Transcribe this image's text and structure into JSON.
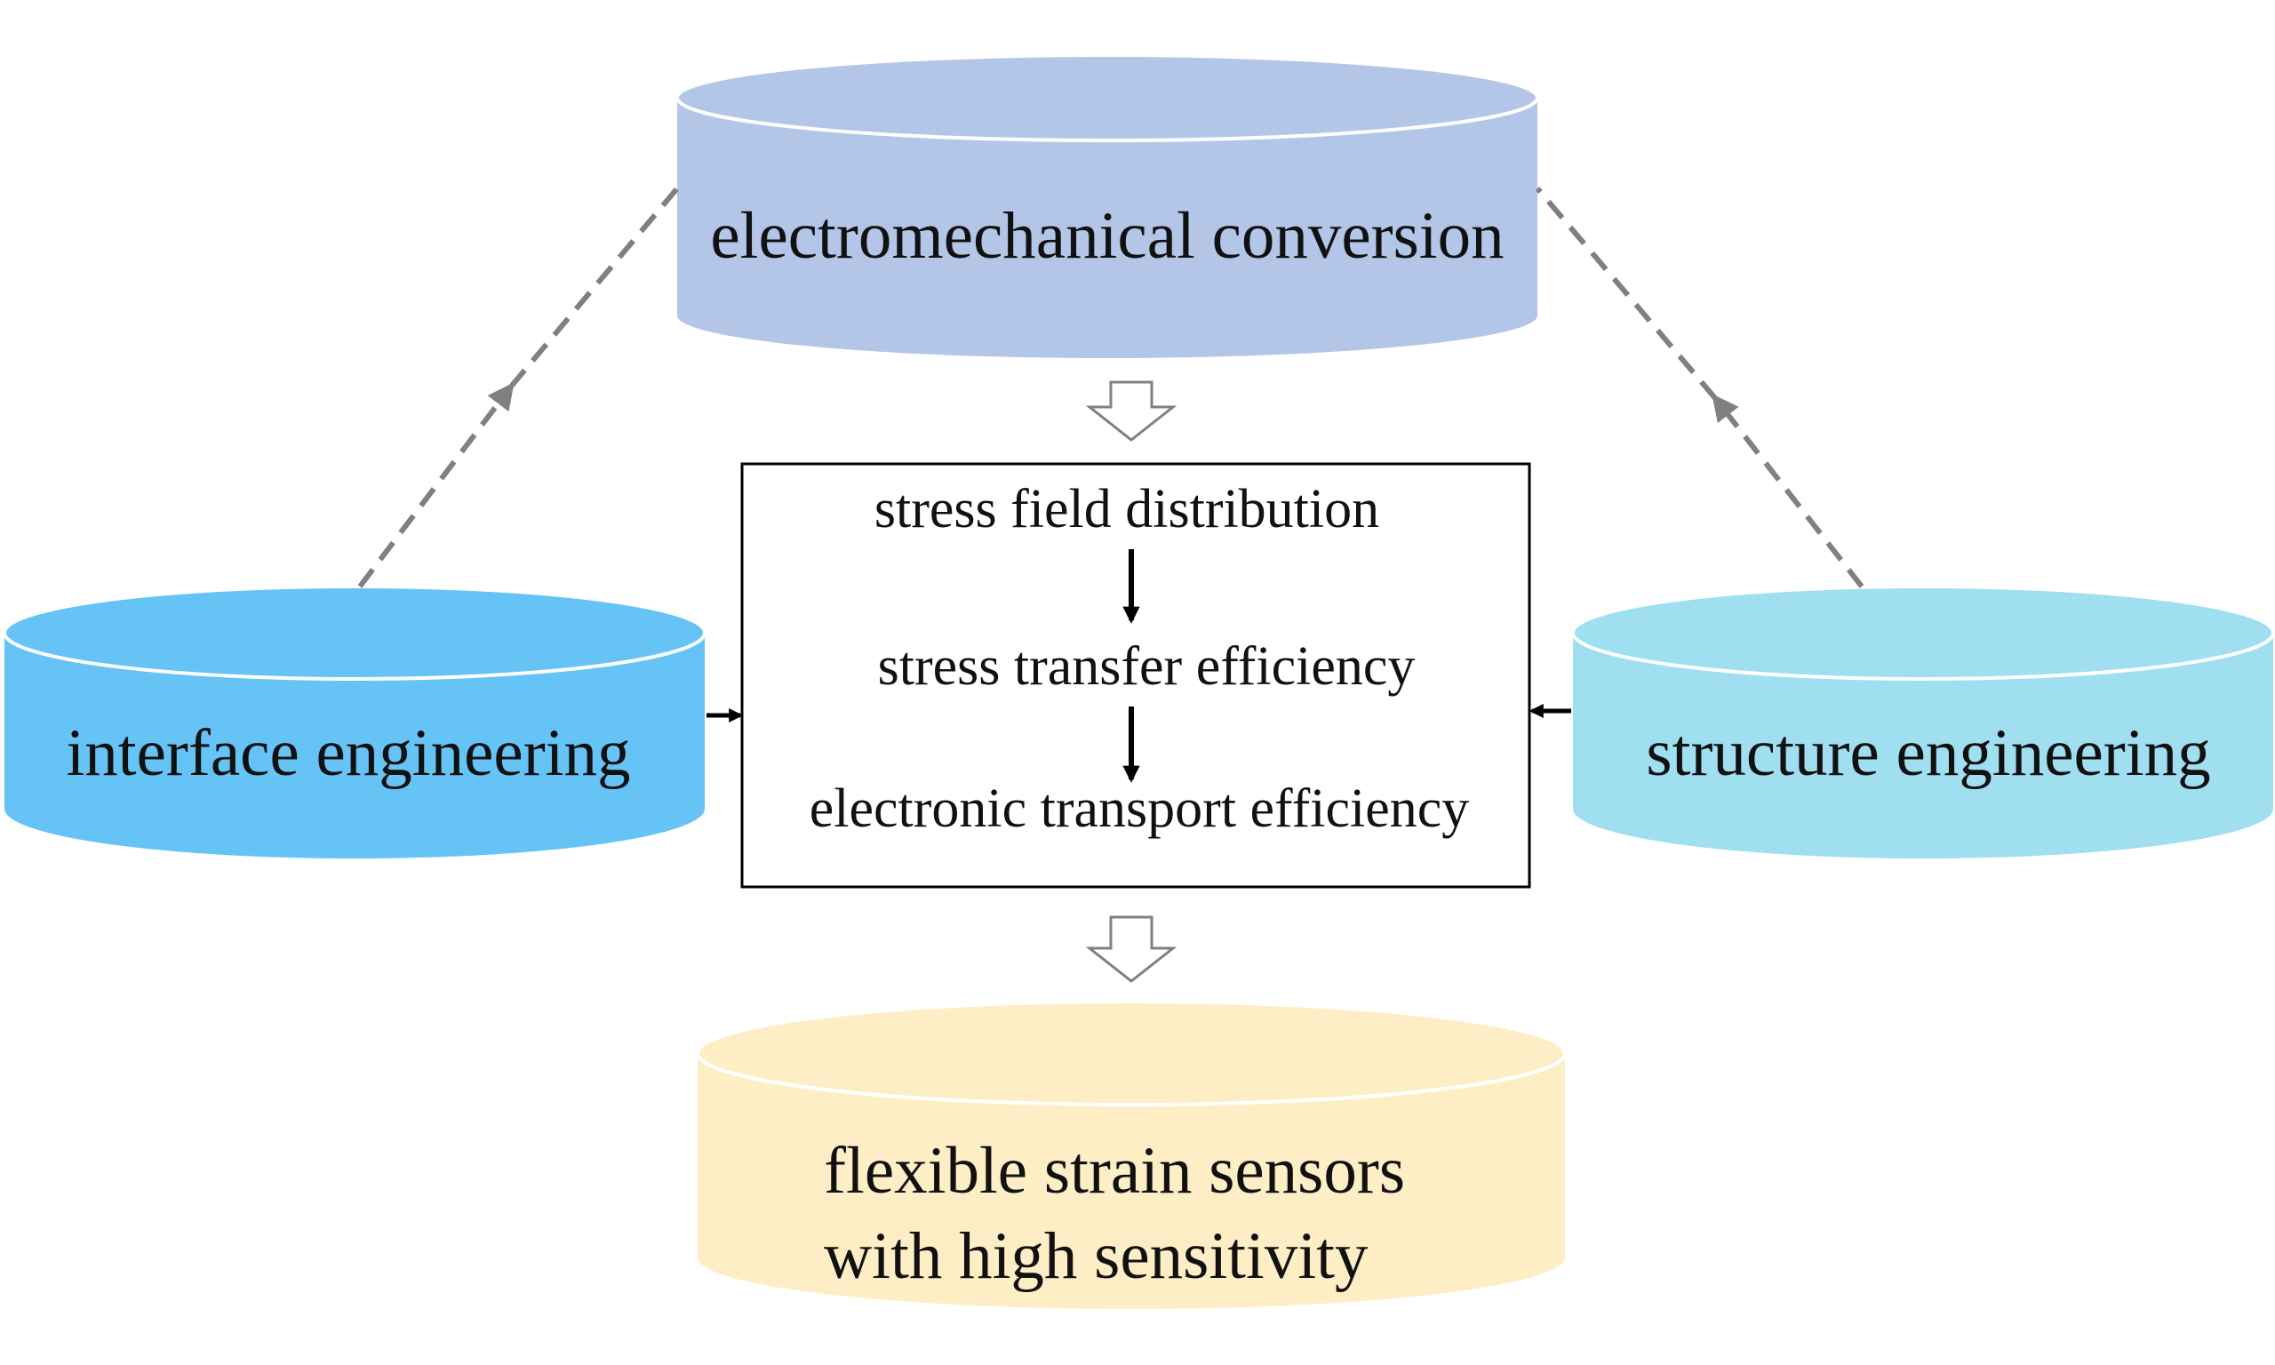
{
  "nodes": {
    "top": {
      "label": "electromechanical conversion",
      "color": "#b4c6e7"
    },
    "left": {
      "label": "interface engineering",
      "color": "#66c3f6"
    },
    "right": {
      "label": "structure engineering",
      "color": "#9fdff0"
    },
    "bottom": {
      "lines": [
        "flexible strain sensors",
        "with high sensitivity"
      ],
      "color": "#fdeec6"
    }
  },
  "process_box": {
    "steps": [
      "stress field distribution",
      "stress transfer efficiency",
      "electronic transport efficiency"
    ]
  },
  "colors": {
    "dashed_arrow": "#808080",
    "hollow_arrow": "#808080",
    "solid_arrow": "#000000",
    "box_border": "#000000"
  }
}
